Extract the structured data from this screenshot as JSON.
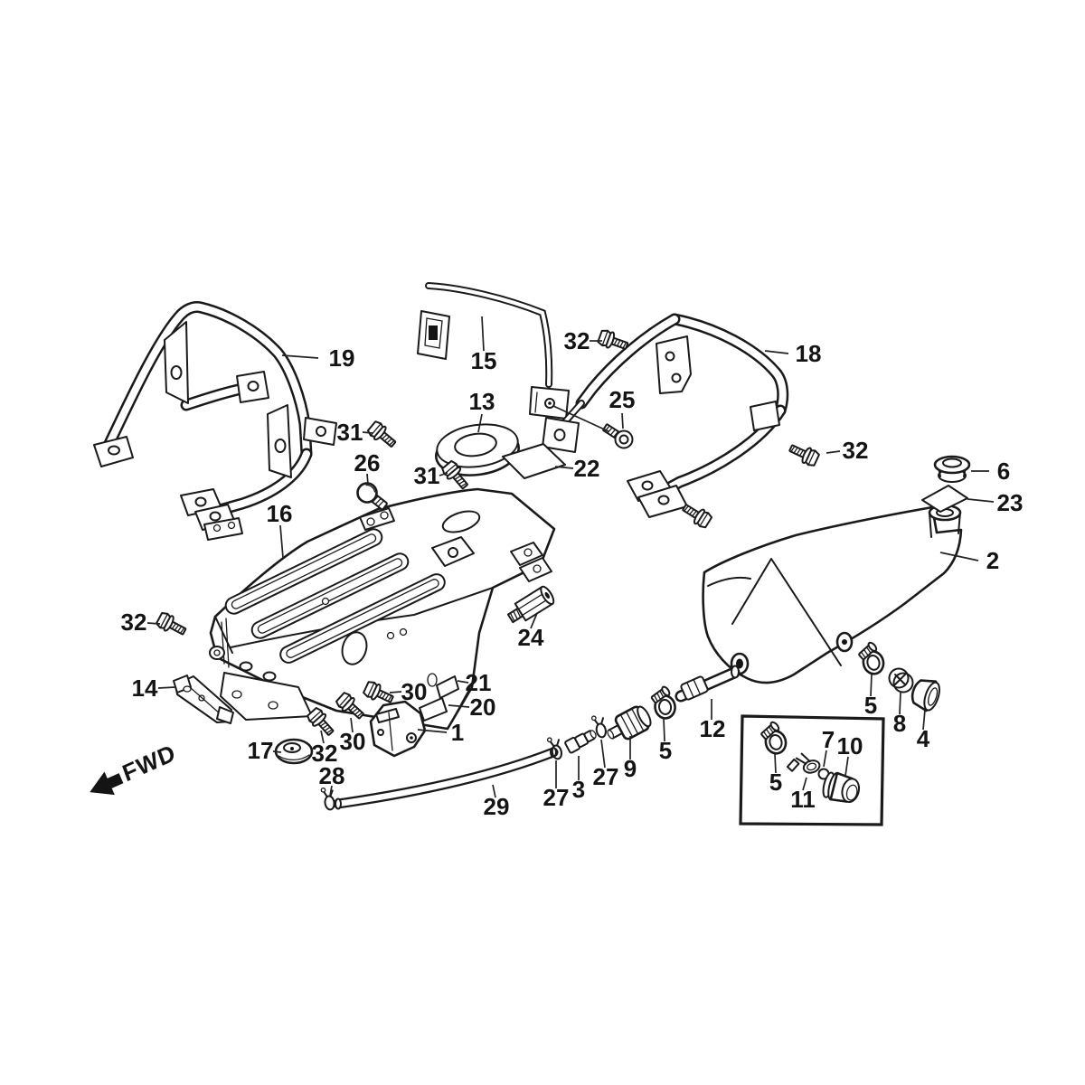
{
  "diagram": {
    "fwd_label": "FWD",
    "colors": {
      "ink": "#1a1a1a",
      "paper": "#ffffff"
    },
    "callouts": [
      {
        "num": "19"
      },
      {
        "num": "15"
      },
      {
        "num": "32"
      },
      {
        "num": "18"
      },
      {
        "num": "25"
      },
      {
        "num": "31"
      },
      {
        "num": "13"
      },
      {
        "num": "26"
      },
      {
        "num": "31"
      },
      {
        "num": "22"
      },
      {
        "num": "32"
      },
      {
        "num": "6"
      },
      {
        "num": "23"
      },
      {
        "num": "2"
      },
      {
        "num": "16"
      },
      {
        "num": "32"
      },
      {
        "num": "14"
      },
      {
        "num": "24"
      },
      {
        "num": "21"
      },
      {
        "num": "20"
      },
      {
        "num": "30"
      },
      {
        "num": "1"
      },
      {
        "num": "30"
      },
      {
        "num": "32"
      },
      {
        "num": "17"
      },
      {
        "num": "28"
      },
      {
        "num": "29"
      },
      {
        "num": "27"
      },
      {
        "num": "3"
      },
      {
        "num": "27"
      },
      {
        "num": "9"
      },
      {
        "num": "5"
      },
      {
        "num": "12"
      },
      {
        "num": "5"
      },
      {
        "num": "8"
      },
      {
        "num": "4"
      },
      {
        "num": "5"
      },
      {
        "num": "11"
      },
      {
        "num": "7"
      },
      {
        "num": "10"
      }
    ]
  }
}
